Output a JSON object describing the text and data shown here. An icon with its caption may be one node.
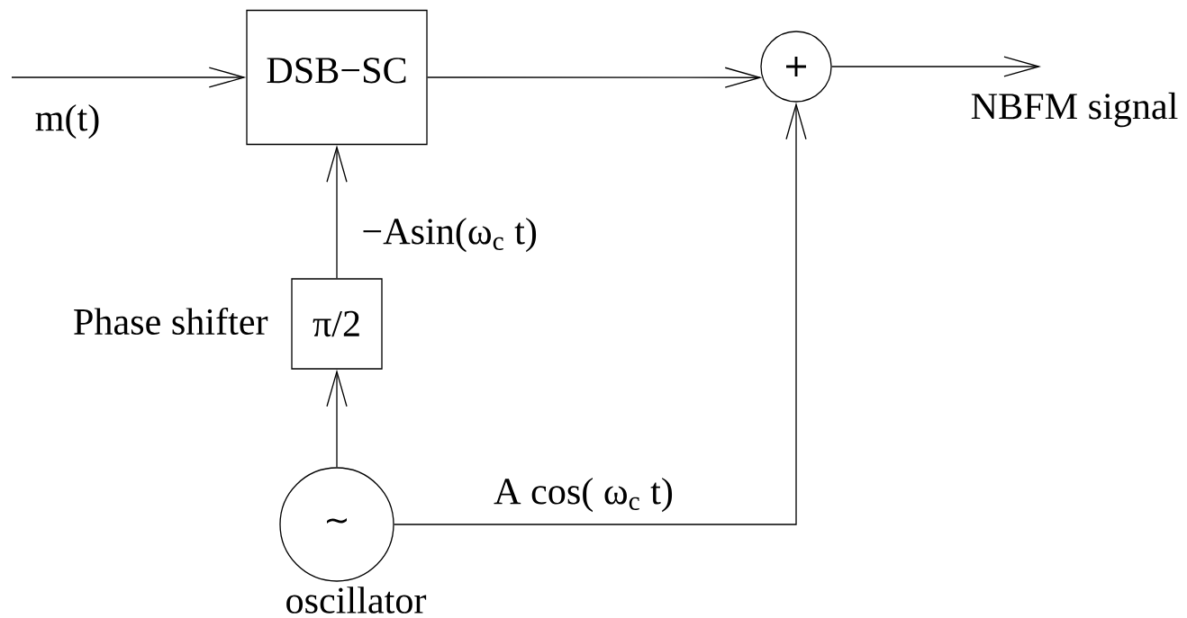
{
  "diagram": {
    "nodes": [
      {
        "text": [
          "DSB−SC"
        ]
      },
      {
        "text": [
          "+"
        ]
      },
      {
        "text": [
          "π/2"
        ],
        "beside": [
          "Phase shifter"
        ]
      },
      {
        "text": [
          "∼"
        ],
        "beside": [
          "oscillator"
        ]
      }
    ],
    "edges": [
      {
        "from": null,
        "to": 0,
        "arrow": "to",
        "label": "m(t)"
      },
      {
        "from": 0,
        "to": 1,
        "arrow": "to"
      },
      {
        "from": 1,
        "to": null,
        "arrow": "to",
        "label": "NBFM signal"
      },
      {
        "from": 2,
        "to": 0,
        "arrow": "to",
        "label": "−Asin(ω$_{c}$ t)"
      },
      {
        "from": 3,
        "to": 2,
        "arrow": "to"
      },
      {
        "from": 3,
        "to": 1,
        "arrow": "to",
        "label": "A cos( ω$_{c}$ t)"
      }
    ]
  }
}
